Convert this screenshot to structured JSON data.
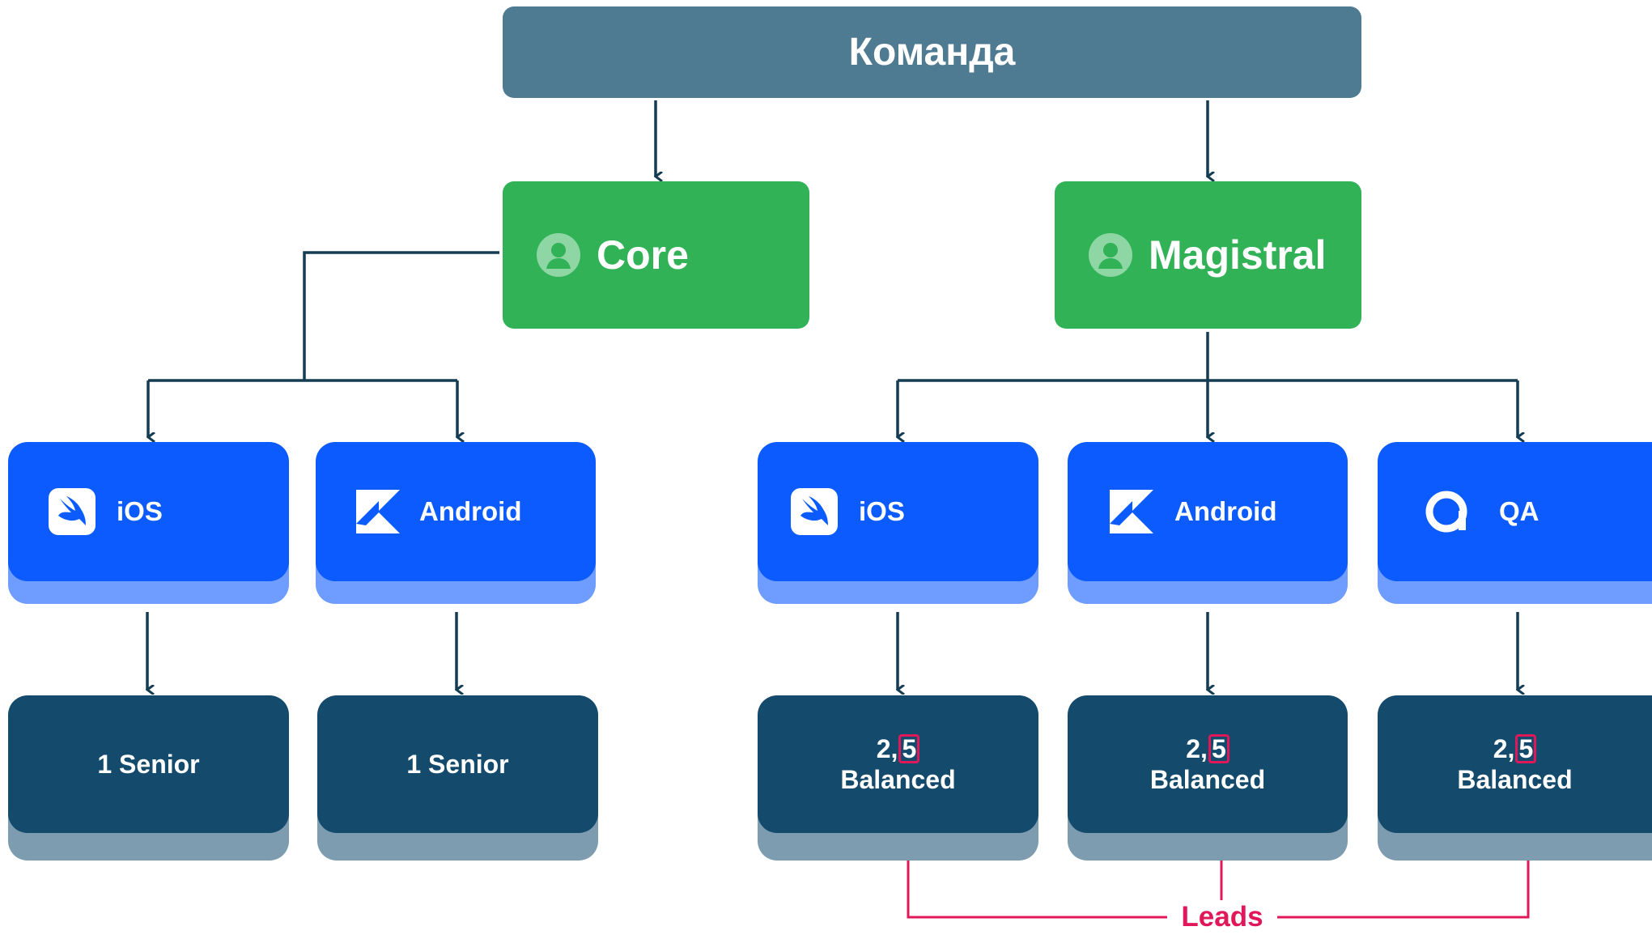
{
  "team": {
    "title": "Команда"
  },
  "groups": [
    {
      "name": "Core",
      "icon": "user-avatar-icon"
    },
    {
      "name": "Magistral",
      "icon": "user-avatar-icon"
    }
  ],
  "platforms": [
    {
      "group": "Core",
      "label": "iOS",
      "icon": "swift-icon"
    },
    {
      "group": "Core",
      "label": "Android",
      "icon": "kotlin-icon"
    },
    {
      "group": "Magistral",
      "label": "iOS",
      "icon": "swift-icon"
    },
    {
      "group": "Magistral",
      "label": "Android",
      "icon": "kotlin-icon"
    },
    {
      "group": "Magistral",
      "label": "QA",
      "icon": "qa-icon"
    }
  ],
  "headcounts": [
    {
      "text": "1 Senior"
    },
    {
      "text": "1 Senior"
    },
    {
      "number_prefix": "2,",
      "number_highlight": "5",
      "role": "Balanced"
    },
    {
      "number_prefix": "2,",
      "number_highlight": "5",
      "role": "Balanced"
    },
    {
      "number_prefix": "2,",
      "number_highlight": "5",
      "role": "Balanced"
    }
  ],
  "annotation": {
    "label": "Leads",
    "color": "#e0185a"
  },
  "colors": {
    "team_box": "#4e7a92",
    "group_box": "#31b257",
    "platform_box": "#0b5bff",
    "platform_shadow": "#6e9cff",
    "count_box": "#144a6b",
    "count_shadow": "#7d9cb0",
    "connector": "#143c52"
  }
}
